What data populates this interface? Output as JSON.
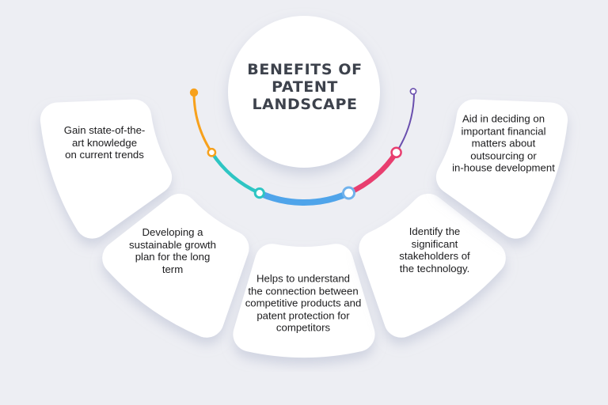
{
  "title": {
    "text": "BENEFITS OF\nPATENT\nLANDSCAPE",
    "color": "#3D424C"
  },
  "cards": [
    {
      "id": "gain-knowledge",
      "text": "Gain state-of-the-\nart knowledge\non current trends"
    },
    {
      "id": "sustainable-growth",
      "text": "Developing a\nsustainable growth\nplan for the long\nterm"
    },
    {
      "id": "understand-connection",
      "text": "Helps to understand\nthe connection between\ncompetitive products and\npatent protection for\ncompetitors"
    },
    {
      "id": "identify-stakeholders",
      "text": "Identify the\nsignificant\nstakeholders of\nthe technology."
    },
    {
      "id": "financial-decisions",
      "text": "Aid in deciding on\nimportant financial\nmatters about\noutsourcing or\nin-house development"
    }
  ],
  "arc_colors": {
    "orange": "#F7A11C",
    "teal": "#2EC5C3",
    "blue": "#4FA4EA",
    "light_blue": "#70B2EC",
    "pink": "#E83E6F",
    "purple": "#6A4FAE"
  },
  "colors": {
    "background": "#EDEEF3",
    "card": "#FFFFFF",
    "body_text": "#1C1C1E",
    "shadow": "#C3C8D8"
  }
}
